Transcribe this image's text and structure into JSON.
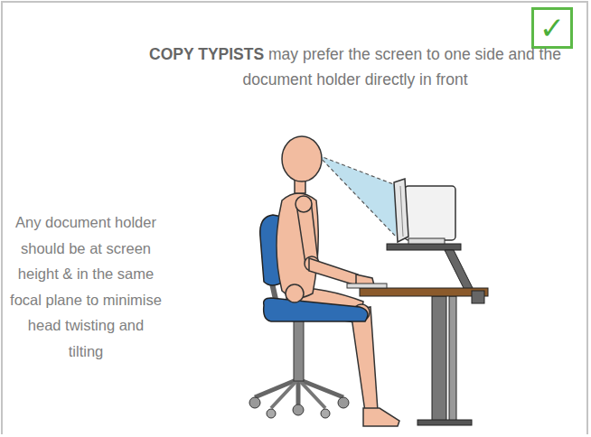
{
  "diagram": {
    "labels": [
      "✓",
      "COPY TYPISTS",
      "may prefer the screen to one side and the document holder directly in front",
      "Any document holder should be at screen height & in the same focal plane to minimise head twisting and tilting"
    ]
  }
}
